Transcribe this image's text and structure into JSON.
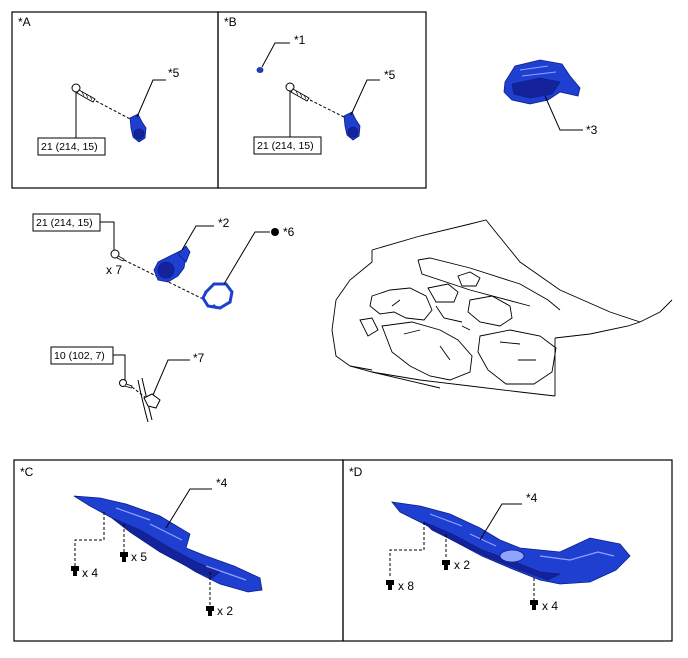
{
  "panels": {
    "a": {
      "tag": "*A",
      "torque": "21 (214, 15)",
      "callout": "*5"
    },
    "b": {
      "tag": "*B",
      "torque": "21 (214, 15)",
      "callout_1": "*1",
      "callout_5": "*5"
    },
    "c": {
      "tag": "*C",
      "callout": "*4",
      "qty_left": "x 4",
      "qty_mid": "x 5",
      "qty_right": "x 2"
    },
    "d": {
      "tag": "*D",
      "callout": "*4",
      "qty_left": "x 8",
      "qty_mid": "x 2",
      "qty_right": "x 4"
    }
  },
  "cover": {
    "callout": "*3"
  },
  "water_pump": {
    "torque": "21 (214, 15)",
    "qty": "x 7",
    "callout_pump": "*2",
    "callout_gasket": "*6"
  },
  "clamp": {
    "torque": "10 (102, 7)",
    "callout": "*7"
  },
  "colors": {
    "part": "#1f3fd1",
    "part_dark": "#14239c",
    "outline": "#000000"
  }
}
